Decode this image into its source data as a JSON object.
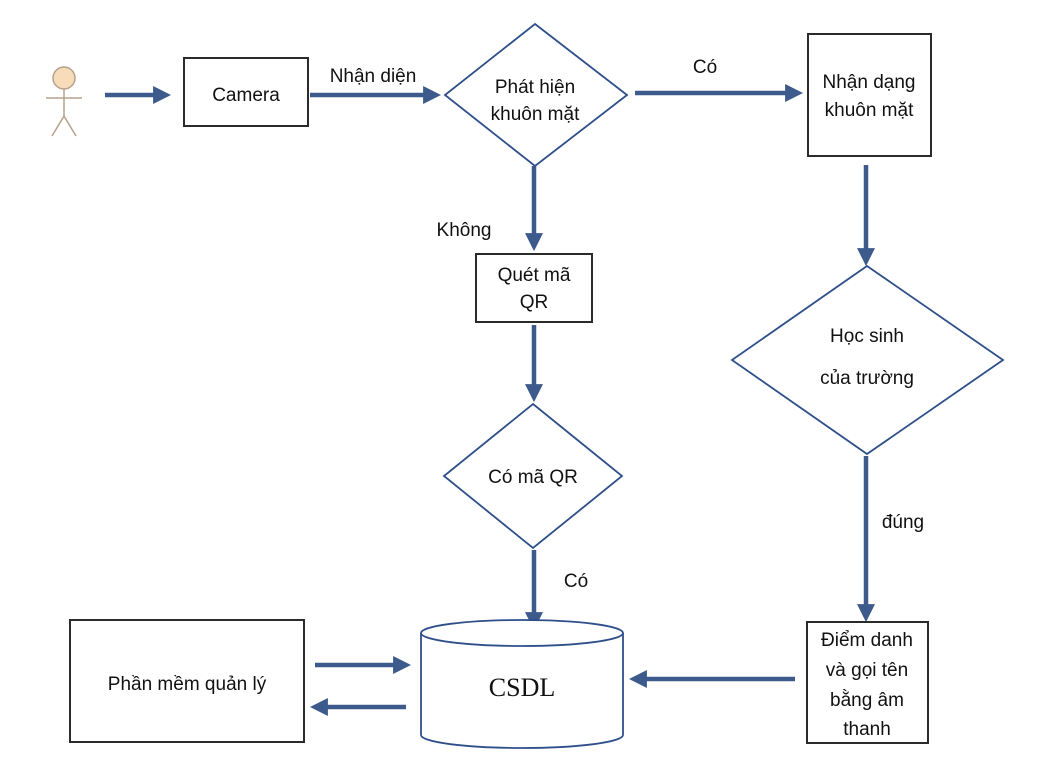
{
  "nodes": {
    "camera": "Camera",
    "detect_line1": "Phát hiện",
    "detect_line2": "khuôn mặt",
    "recognize_line1": "Nhận dạng",
    "recognize_line2": "khuôn mặt",
    "qr_scan_line1": "Quét mã",
    "qr_scan_line2": "QR",
    "has_qr": "Có mã QR",
    "student_line1": "Học sinh",
    "student_line2": "của trường",
    "attendance_line1": "Điểm danh",
    "attendance_line2": "và gọi tên",
    "attendance_line3": "bằng âm",
    "attendance_line4": "thanh",
    "database": "CSDL",
    "software": "Phần mềm quản lý"
  },
  "edges": {
    "camera_to_detect": "Nhận diện",
    "detect_yes": "Có",
    "detect_no": "Không",
    "qr_yes": "Có",
    "student_correct": "đúng"
  },
  "colors": {
    "arrow": "#3d5a8c",
    "diamond_stroke": "#2f4f8a",
    "box_stroke": "#2b2b2b",
    "actor_fill": "#f6dcb8",
    "actor_stroke": "#b8a08c"
  },
  "icons": {
    "actor": "stick-figure-actor-icon"
  }
}
